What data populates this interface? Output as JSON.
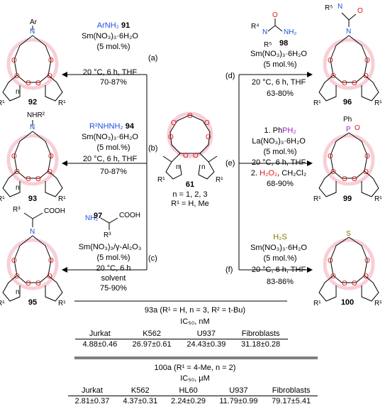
{
  "colors": {
    "oxygen": "#e01818",
    "nitrogen": "#1f4fe0",
    "phosphorus": "#a020c8",
    "sulfur": "#7a7a00",
    "ring_highlight": "#f2a0b0"
  },
  "center": {
    "label": "61",
    "n_line": "n = 1, 2, 3",
    "r_line": "R¹ = H, Me"
  },
  "atoms": {
    "O": "O",
    "N": "N",
    "Ar": "Ar",
    "S": "S",
    "P": "P",
    "Ph": "Ph",
    "NHR2": "NHR²",
    "R1": "R¹",
    "R3": "R³",
    "COOH": "COOH",
    "NH2": "NH₂",
    "R4": "R⁴",
    "R5": "R⁵",
    "n": "n"
  },
  "reactions": {
    "a": {
      "tag": "(a)",
      "reagent": "ArNH₂",
      "reagent_num": "91",
      "catalyst": "Sm(NO₃)₃·6H₂O",
      "loading": "(5 mol.%)",
      "conditions": "20 °C, 6 h, THF",
      "yield": "70-87%",
      "product": "92"
    },
    "b": {
      "tag": "(b)",
      "reagent": "R²NHNH₂",
      "reagent_num": "94",
      "catalyst": "Sm(NO₃)₃·6H₂O",
      "loading": "(5 mol.%)",
      "conditions": "20 °C, 6 h, THF",
      "yield": "70-87%",
      "product": "93"
    },
    "c": {
      "tag": "(c)",
      "reagent_num": "97",
      "catalyst": "Sm(NO₃)₃/γ-Al₂O₃",
      "loading": "(5 mol.%)",
      "conditions": "20 °C, 6 h",
      "solvent": "solvent",
      "yield": "75-90%",
      "product": "95"
    },
    "d": {
      "tag": "(d)",
      "reagent_num": "98",
      "catalyst": "Sm(NO₃)₃·6H₂O",
      "loading": "(5 mol.%)",
      "conditions": "20 °C, 6 h, THF",
      "yield": "63-80%",
      "product": "96"
    },
    "e": {
      "tag": "(e)",
      "step1_prefix": "1. Ph",
      "step1_reagent": "PH₂",
      "catalyst": "La(NO₃)₃·6H₂O",
      "loading": "(5 mol.%)",
      "conditions": "20 °C, 6 h, THF",
      "step2_prefix": "2. ",
      "step2_reagent": "H₂O₂",
      "step2_solvent": ", CH₂Cl₂",
      "yield": "68-90%",
      "product": "99"
    },
    "f": {
      "tag": "(f)",
      "reagent": "H₂S",
      "catalyst": "Sm(NO₃)₃·6H₂O",
      "loading": "(5 mol.%)",
      "conditions": "20 °C, 6 h, THF",
      "yield": "83-86%",
      "product": "100"
    }
  },
  "table1": {
    "title": "93a (R¹ = H, n = 3, R² = t-Bu)",
    "units": "IC₅₀, nM",
    "headers": [
      "Jurkat",
      "K562",
      "U937",
      "Fibroblasts"
    ],
    "values": [
      "4.88±0.46",
      "26.97±0.61",
      "24.43±0.39",
      "31.18±0.28"
    ]
  },
  "table2": {
    "title": "100a (R¹ = 4-Me, n = 2)",
    "units": "IC₅₀, μM",
    "headers": [
      "Jurkat",
      "K562",
      "HL60",
      "U937",
      "Fibroblasts"
    ],
    "values": [
      "2.81±0.37",
      "4.37±0.31",
      "2.24±0.29",
      "11.79±0.99",
      "79.17±5.41"
    ]
  }
}
